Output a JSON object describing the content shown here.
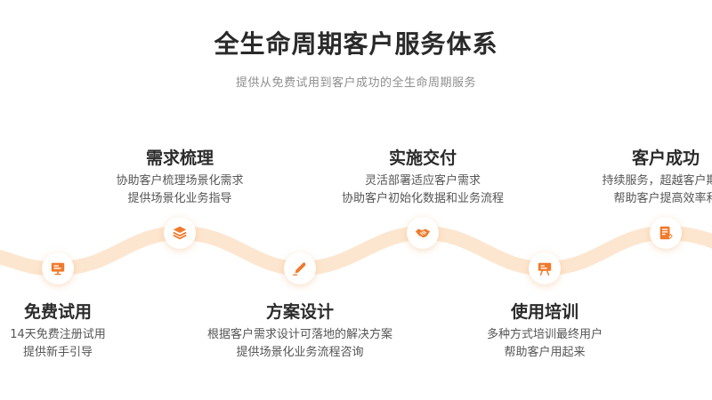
{
  "header": {
    "title": "全生命周期客户服务体系",
    "subtitle": "提供从免费试用到客户成功的全生命周期服务"
  },
  "colors": {
    "accent": "#f07a2b",
    "wave": "#fde6cf",
    "title": "#2a2a2a",
    "subtitle": "#8f8f8f",
    "desc": "#555555"
  },
  "steps": [
    {
      "title": "免费试用",
      "desc": [
        "14天免费注册试用",
        "提供新手引导"
      ],
      "icon": "monitor-icon"
    },
    {
      "title": "需求梳理",
      "desc": [
        "协助客户梳理场景化需求",
        "提供场景化业务指导"
      ],
      "icon": "layers-icon"
    },
    {
      "title": "方案设计",
      "desc": [
        "根据客户需求设计可落地的解决方案",
        "提供场景化业务流程咨询"
      ],
      "icon": "pen-icon"
    },
    {
      "title": "实施交付",
      "desc": [
        "灵活部署适应客户需求",
        "协助客户初始化数据和业务流程"
      ],
      "icon": "handshake-icon"
    },
    {
      "title": "使用培训",
      "desc": [
        "多种方式培训最终用户",
        "帮助客户用起来"
      ],
      "icon": "presentation-icon"
    },
    {
      "title": "客户成功",
      "desc": [
        "持续服务，超越客户期望",
        "帮助客户提高效率和"
      ],
      "icon": "document-icon"
    }
  ]
}
